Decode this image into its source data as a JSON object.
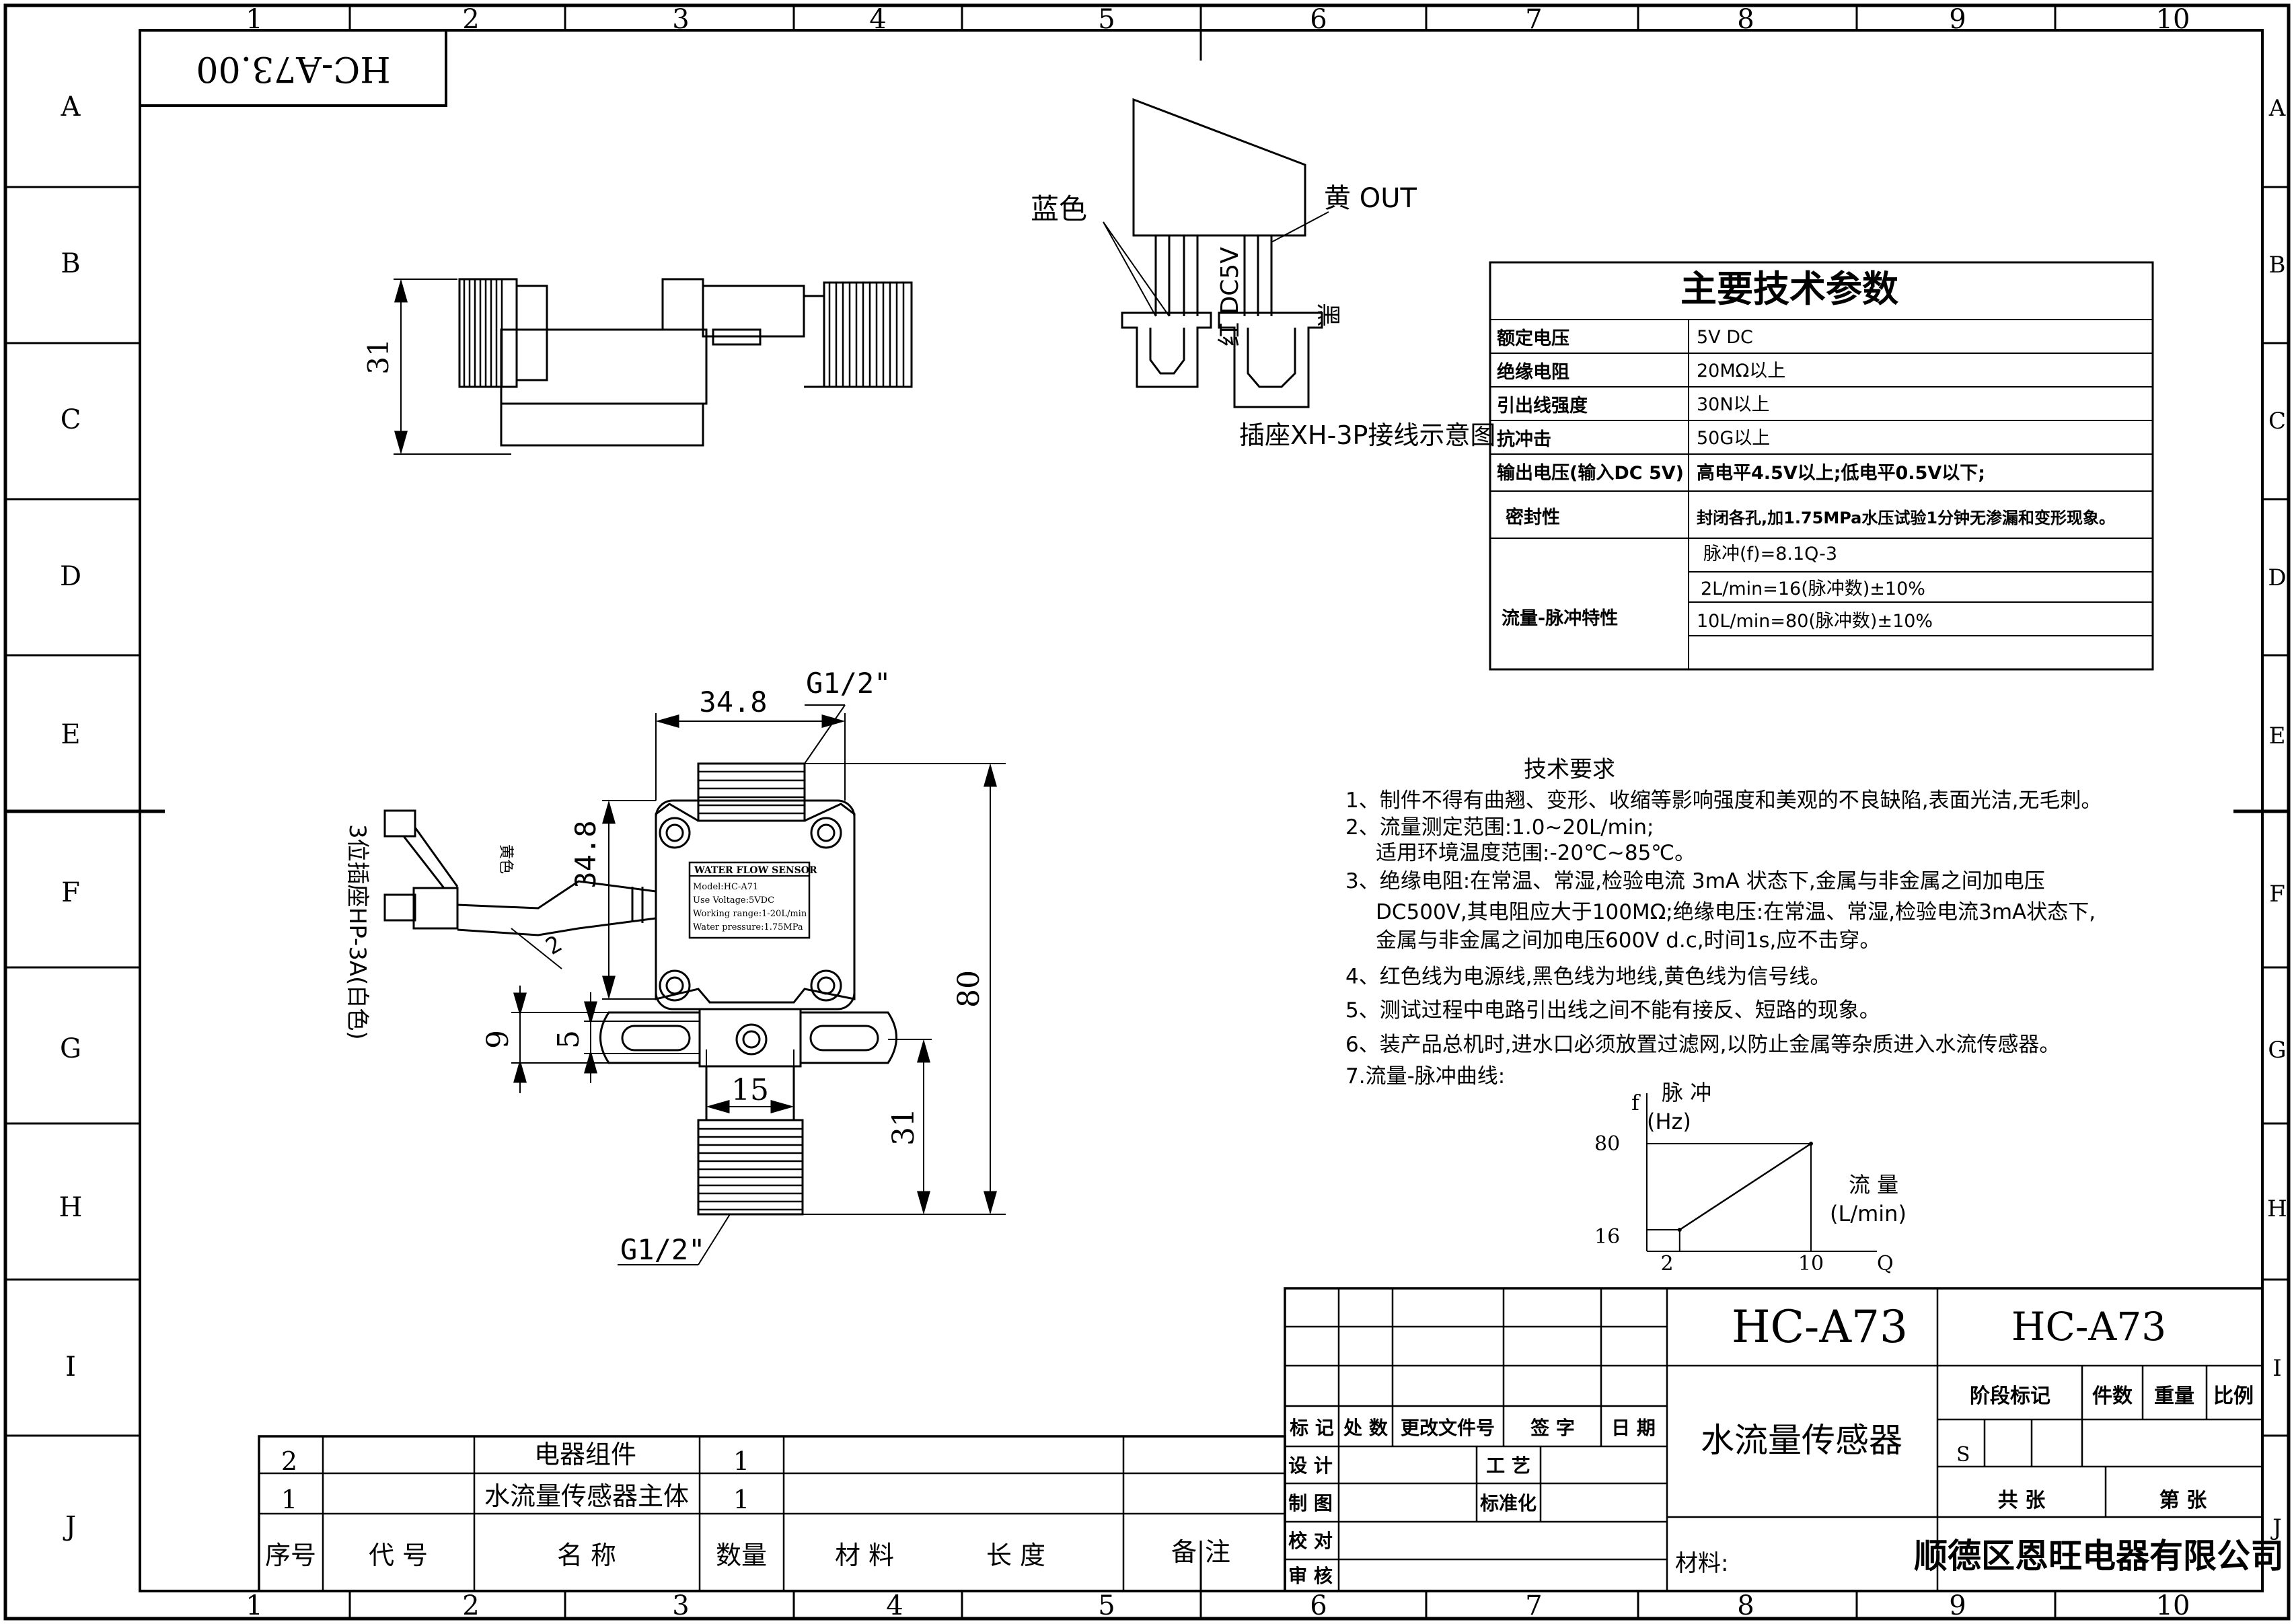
{
  "drawing_code": "HC-A73.00",
  "frame": {
    "cols": [
      "1",
      "2",
      "3",
      "4",
      "5",
      "6",
      "7",
      "8",
      "9",
      "10"
    ],
    "rows": [
      "A",
      "B",
      "C",
      "D",
      "E",
      "F",
      "G",
      "H",
      "I",
      "J"
    ]
  },
  "connector": {
    "blue": "蓝色",
    "yellow_out": "黄 OUT",
    "red_dc5v": "红 DC5V",
    "black": "黑",
    "caption": "插座XH-3P接线示意图"
  },
  "dims": {
    "side_31": "31",
    "d34_8_top": "34.8",
    "g12_top": "G1/2\"",
    "d34_8_side": "34.8",
    "d80": "80",
    "d9": "9",
    "d5": "5",
    "d15": "15",
    "d31_low": "31",
    "g12_bottom": "G1/2\"",
    "wire_2": "2",
    "plug_label": "3位插座HP-3A(白色)",
    "yellow_wire": "黄色"
  },
  "sensor_label": {
    "l1": "WATER FLOW SENSOR",
    "l2": "Model:HC-A71",
    "l3": "Use Voltage:5VDC",
    "l4": "Working range:1-20L/min",
    "l5": "Water pressure:1.75MPa"
  },
  "spec": {
    "title": "主要技术参数",
    "rows": [
      {
        "k": "额定电压",
        "v": "5V      DC"
      },
      {
        "k": "绝缘电阻",
        "v": "20MΩ以上"
      },
      {
        "k": "引出线强度",
        "v": "30N以上"
      },
      {
        "k": "抗冲击",
        "v": "50G以上"
      },
      {
        "k": "输出电压(输入DC 5V)",
        "v": "高电平4.5V以上;低电平0.5V以下;"
      },
      {
        "k": "密封性",
        "v": "封闭各孔,加1.75MPa水压试验1分钟无渗漏和变形现象。"
      }
    ],
    "pulse_key": "流量-脉冲特性",
    "pulse_rows": [
      "脉冲(f)=8.1Q-3",
      "2L/min=16(脉冲数)±10%",
      "10L/min=80(脉冲数)±10%",
      ""
    ]
  },
  "requirements": {
    "title": "技术要求",
    "lines": [
      "1、制件不得有曲翘、变形、收缩等影响强度和美观的不良缺陷,表面光洁,无毛刺。",
      "2、流量测定范围:1.0~20L/min;",
      "适用环境温度范围:-20℃~85℃。",
      "3、绝缘电阻:在常温、常湿,检验电流 3mA 状态下,金属与非金属之间加电压",
      "DC500V,其电阻应大于100MΩ;绝缘电压:在常温、常湿,检验电流3mA状态下,",
      "金属与非金属之间加电压600V  d.c,时间1s,应不击穿。",
      "4、红色线为电源线,黑色线为地线,黄色线为信号线。",
      "5、测试过程中电路引出线之间不能有接反、短路的现象。",
      "6、装产品总机时,进水口必须放置过滤网,以防止金属等杂质进入水流传感器。",
      "7.流量-脉冲曲线:"
    ]
  },
  "chart_data": {
    "type": "line",
    "x": [
      2,
      10
    ],
    "y": [
      16,
      80
    ],
    "x_ticks": [
      "2",
      "10"
    ],
    "y_ticks": [
      "80",
      "16"
    ],
    "y_axis_letter": "f",
    "y_label": "脉 冲",
    "y_unit": "(Hz)",
    "x_axis_letter": "Q",
    "x_label": "流   量",
    "x_unit": "(L/min)",
    "xlim": [
      0,
      10
    ],
    "ylim": [
      0,
      80
    ]
  },
  "bom": {
    "rows": [
      {
        "no": "2",
        "name": "电器组件",
        "qty": "1"
      },
      {
        "no": "1",
        "name": "水流量传感器主体",
        "qty": "1"
      }
    ],
    "header": {
      "no": "序号",
      "code": "代    号",
      "name": "名    称",
      "qty": "数量",
      "material": "材   料",
      "length": "长   度",
      "note": "备   注"
    }
  },
  "title_block": {
    "model1": "HC-A73",
    "model2": "HC-A73",
    "product": "水流量传感器",
    "material": "材料:",
    "company": "顺德区恩旺电器有限公司",
    "stage": "阶段标记",
    "count": "件数",
    "weight": "重量",
    "scale": "比例",
    "s": "S",
    "total": "共    张",
    "page": "第    张",
    "rev": {
      "mark": "标 记",
      "qty": "处 数",
      "doc": "更改文件号",
      "sign": "签 字",
      "date": "日 期"
    },
    "roles": {
      "design": "设 计",
      "draw": "制 图",
      "check": "校 对",
      "review": "审 核",
      "process": "工 艺",
      "std": "标准化"
    }
  }
}
